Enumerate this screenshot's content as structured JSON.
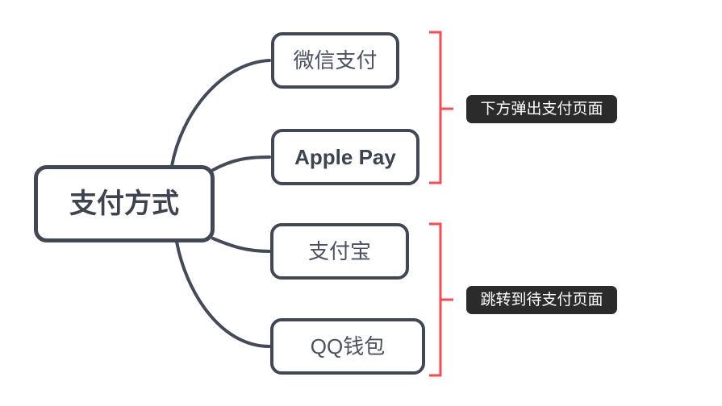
{
  "diagram": {
    "root": {
      "label": "支付方式"
    },
    "children": [
      {
        "id": "wechat-pay",
        "label": "微信支付"
      },
      {
        "id": "apple-pay",
        "label": "Apple Pay"
      },
      {
        "id": "alipay",
        "label": "支付宝"
      },
      {
        "id": "qq-wallet",
        "label": "QQ钱包"
      }
    ],
    "annotations": [
      {
        "label": "下方弹出支付页面",
        "groups": [
          "微信支付",
          "Apple Pay"
        ]
      },
      {
        "label": "跳转到待支付页面",
        "groups": [
          "支付宝",
          "QQ钱包"
        ]
      }
    ],
    "colors": {
      "node_border": "#414853",
      "edge": "#434b59",
      "bracket_red": "#fb4a51",
      "annotation_bg": "#2b2b2b",
      "annotation_text": "#ffffff",
      "node_text": "#4a5261",
      "root_text": "#3d4450",
      "background": "#ffffff"
    }
  }
}
